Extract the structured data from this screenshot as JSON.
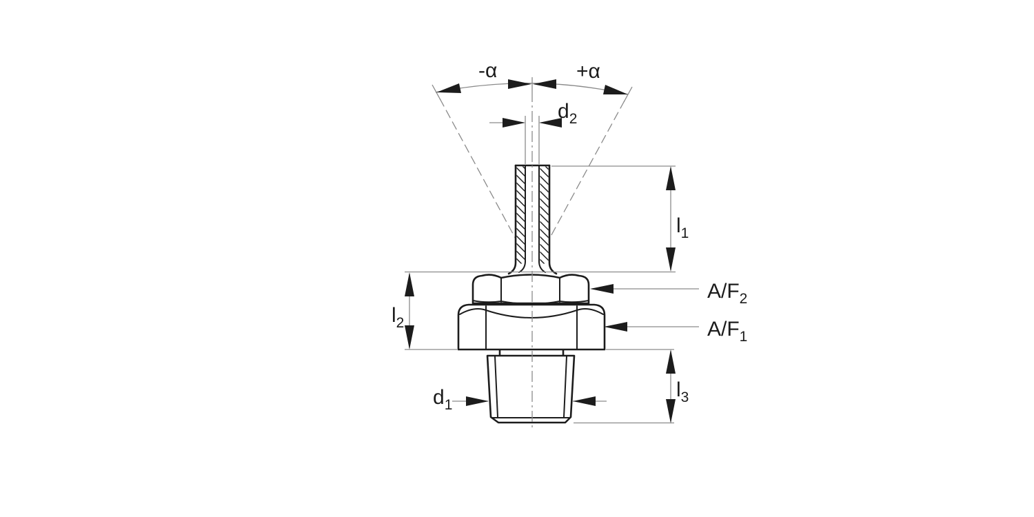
{
  "drawing": {
    "type": "technical-dimension-drawing",
    "subject": "threaded-stud-with-double-hex-and-probe-tube",
    "colors": {
      "background": "#ffffff",
      "outline": "#1c1c1c",
      "thin_line": "#8a8a8a",
      "text": "#1c1c1c"
    },
    "labels": {
      "angle_minus": "-α",
      "angle_plus": "+α",
      "d2": {
        "base": "d",
        "sub": "2"
      },
      "l1": {
        "base": "l",
        "sub": "1"
      },
      "af2": {
        "base": "A/F",
        "sub": "2"
      },
      "af1": {
        "base": "A/F",
        "sub": "1"
      },
      "l2": {
        "base": "l",
        "sub": "2"
      },
      "l3": {
        "base": "l",
        "sub": "3"
      },
      "d1": {
        "base": "d",
        "sub": "1"
      }
    }
  }
}
